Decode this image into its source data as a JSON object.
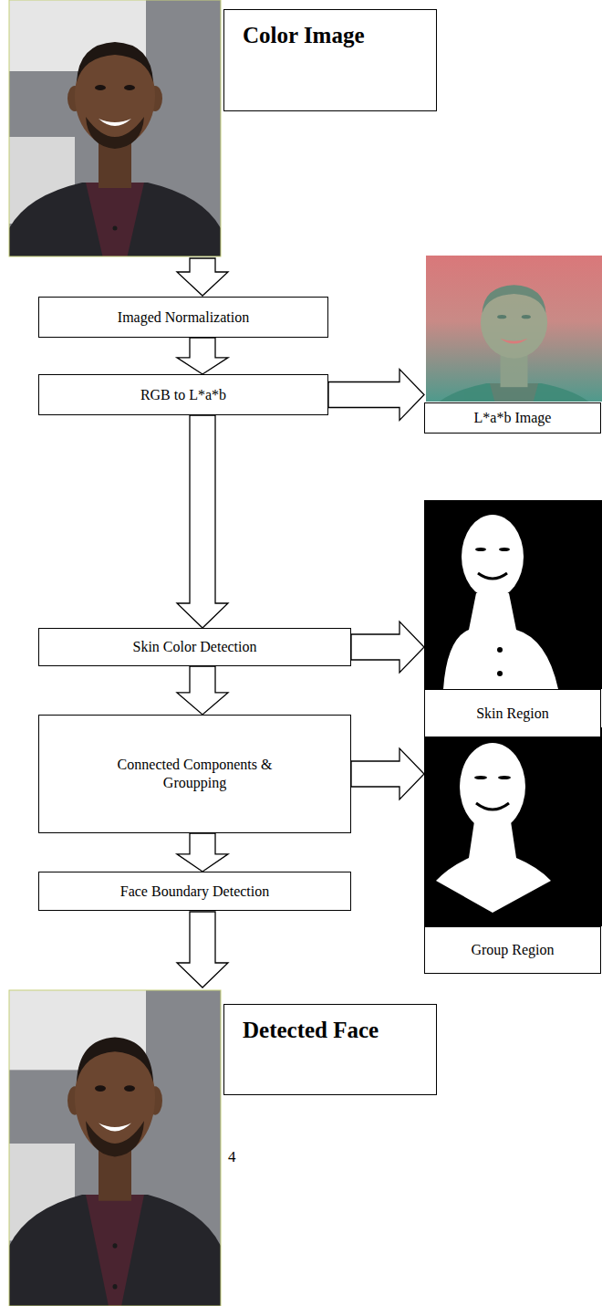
{
  "diagram": {
    "nodes": [
      {
        "text": [
          "Color Image"
        ]
      },
      {
        "text": [
          "Imaged Normalization"
        ]
      },
      {
        "text": [
          "RGB to L*a*b"
        ]
      },
      {
        "text": [
          "L*a*b Image"
        ]
      },
      {
        "text": [
          "Skin Color Detection"
        ]
      },
      {
        "text": [
          "Skin Region"
        ]
      },
      {
        "text": [
          "Connected Components & Groupping"
        ]
      },
      {
        "text": [
          "Group Region"
        ]
      },
      {
        "text": [
          "Face Boundary Detection"
        ]
      },
      {
        "text": [
          "Detected Face"
        ]
      }
    ],
    "edges": [
      {
        "from": 1,
        "to": 2,
        "arrow": "to"
      },
      {
        "from": 2,
        "to": 3,
        "arrow": "to"
      },
      {
        "from": 2,
        "to": 4,
        "arrow": "to"
      },
      {
        "from": 4,
        "to": 5,
        "arrow": "to"
      },
      {
        "from": 4,
        "to": 6,
        "arrow": "to"
      },
      {
        "from": 6,
        "to": 7,
        "arrow": "to"
      },
      {
        "from": 6,
        "to": 8,
        "arrow": "to"
      }
    ],
    "labels": [
      "4"
    ]
  }
}
